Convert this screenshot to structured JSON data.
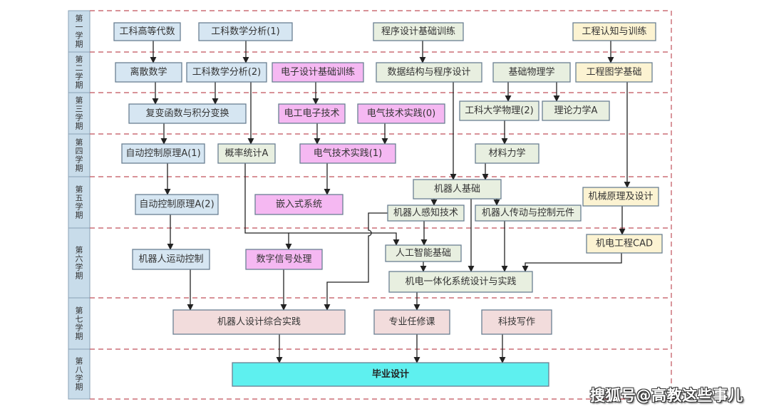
{
  "colors": {
    "blue": "#d6e6f2",
    "green": "#e8efe0",
    "pink": "#f5b8f2",
    "yellow": "#fcf3d2",
    "rose": "#f2dcdc",
    "cyan": "#5ef0ef",
    "border": "#6a7f92",
    "semester_bg": "#c8dcea",
    "divider": "#c0505a"
  },
  "semesters": [
    "第一学期",
    "第二学期",
    "第三学期",
    "第四学期",
    "第五学期",
    "第六学期",
    "第七学期",
    "第八学期"
  ],
  "courses": {
    "gkgddsh": {
      "label": "工科高等代数",
      "color": "blue"
    },
    "gksxfx1": {
      "label": "工科数学分析(1)",
      "color": "blue"
    },
    "cxsjjcxl": {
      "label": "程序设计基础训练",
      "color": "green"
    },
    "gcrzyxl": {
      "label": "工程认知与训练",
      "color": "yellow"
    },
    "lssx": {
      "label": "离散数学",
      "color": "blue"
    },
    "gksxfx2": {
      "label": "工科数学分析(2)",
      "color": "blue"
    },
    "dzsjjcxl": {
      "label": "电子设计基础训练",
      "color": "pink"
    },
    "sjjgycxsj": {
      "label": "数据结构与程序设计",
      "color": "green"
    },
    "jcwlx": {
      "label": "基础物理学",
      "color": "green"
    },
    "gctxjc": {
      "label": "工程图学基础",
      "color": "yellow"
    },
    "fbhsyjfbh": {
      "label": "复变函数与积分变换",
      "color": "blue"
    },
    "dgdzjs": {
      "label": "电工电子技术",
      "color": "pink"
    },
    "dqjssj0": {
      "label": "电气技术实践(0)",
      "color": "pink"
    },
    "gkdxwl2": {
      "label": "工科大学物理(2)",
      "color": "green"
    },
    "lllxa": {
      "label": "理论力学A",
      "color": "green"
    },
    "zdkzyla1": {
      "label": "自动控制原理A(1)",
      "color": "blue"
    },
    "gltja": {
      "label": "概率统计A",
      "color": "green"
    },
    "dqjssj1": {
      "label": "电气技术实践(1)",
      "color": "pink"
    },
    "cllx": {
      "label": "材料力学",
      "color": "green"
    },
    "zdkzyla2": {
      "label": "自动控制原理A(2)",
      "color": "blue"
    },
    "qrsxt": {
      "label": "嵌入式系统",
      "color": "pink"
    },
    "jqrjc": {
      "label": "机器人基础",
      "color": "green"
    },
    "jqrgzjs": {
      "label": "机器人感知技术",
      "color": "green"
    },
    "jqrcdykzyj": {
      "label": "机器人传动与控制元件",
      "color": "green"
    },
    "jxylsj": {
      "label": "机械原理及设计",
      "color": "yellow"
    },
    "jqrydkz": {
      "label": "机器人运动控制",
      "color": "blue"
    },
    "szxhcl": {
      "label": "数字信号处理",
      "color": "pink"
    },
    "rgznjc": {
      "label": "人工智能基础",
      "color": "green"
    },
    "jdgccad": {
      "label": "机电工程CAD",
      "color": "yellow"
    },
    "jdythxtsj": {
      "label": "机电一体化系统设计与实践",
      "color": "green"
    },
    "jqrsjzhsj": {
      "label": "机器人设计综合实践",
      "color": "rose"
    },
    "zyrxk": {
      "label": "专业任修课",
      "color": "rose"
    },
    "kjxz": {
      "label": "科技写作",
      "color": "rose"
    },
    "bysj": {
      "label": "毕业设计",
      "color": "cyan"
    }
  },
  "edges": [
    [
      "gkgddsh",
      "lssx"
    ],
    [
      "gksxfx1",
      "gksxfx2"
    ],
    [
      "cxsjjcxl",
      "sjjgycxsj"
    ],
    [
      "gcrzyxl",
      "gctxjc"
    ],
    [
      "lssx",
      "fbhsyjfbh"
    ],
    [
      "gksxfx2",
      "fbhsyjfbh"
    ],
    [
      "gksxfx2",
      "gltja"
    ],
    [
      "dzsjjcxl",
      "dgdzjs"
    ],
    [
      "jcwlx",
      "gkdxwl2"
    ],
    [
      "jcwlx",
      "lllxa"
    ],
    [
      "fbhsyjfbh",
      "zdkzyla1"
    ],
    [
      "dgdzjs",
      "dqjssj1"
    ],
    [
      "dqjssj0",
      "dqjssj1"
    ],
    [
      "gkdxwl2",
      "cllx"
    ],
    [
      "zdkzyla1",
      "zdkzyla2"
    ],
    [
      "dqjssj1",
      "qrsxt"
    ],
    [
      "sjjgycxsj",
      "jqrjc"
    ],
    [
      "cllx",
      "jqrjc"
    ],
    [
      "gctxjc",
      "jxylsj"
    ],
    [
      "jqrjc",
      "jqrgzjs"
    ],
    [
      "jqrjc",
      "jqrcdykzyj"
    ],
    [
      "zdkzyla2",
      "jqrydkz"
    ],
    [
      "gltja",
      "szxhcl"
    ],
    [
      "gltja",
      "rgznjc"
    ],
    [
      "jqrgzjs",
      "rgznjc"
    ],
    [
      "jxylsj",
      "jdgccad"
    ],
    [
      "rgznjc",
      "jdythxtsj"
    ],
    [
      "jqrjc",
      "jdythxtsj"
    ],
    [
      "jqrcdykzyj",
      "jdythxtsj"
    ],
    [
      "jdgccad",
      "jdythxtsj"
    ],
    [
      "jqrydkz",
      "jqrsjzhsj"
    ],
    [
      "szxhcl",
      "jqrsjzhsj"
    ],
    [
      "jqrgzjs",
      "jqrsjzhsj"
    ],
    [
      "jdythxtsj",
      "zyrxk"
    ],
    [
      "jqrsjzhsj",
      "bysj"
    ],
    [
      "zyrxk",
      "bysj"
    ],
    [
      "kjxz",
      "bysj"
    ]
  ],
  "watermark": "搜狐号@高教这些事儿"
}
